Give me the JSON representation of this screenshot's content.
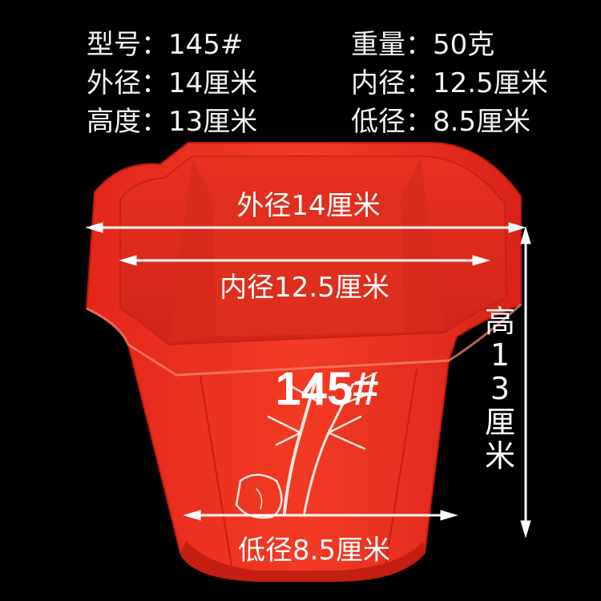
{
  "specs": {
    "model": "型号：145#",
    "weight": "重量：50克",
    "outer": "外径：14厘米",
    "inner": "内径：12.5厘米",
    "height": "高度：13厘米",
    "bottom": "低径：8.5厘米"
  },
  "dimensions": {
    "outer": "外径14厘米",
    "inner": "内径12.5厘米",
    "bottom": "低径8.5厘米",
    "height_vertical": "高\n13\n厘\n米"
  },
  "model_mark": "145#",
  "colors": {
    "background": "#000000",
    "pot": "#f0311f",
    "pot_shade": "#c81f12",
    "text": "#ffffff"
  }
}
